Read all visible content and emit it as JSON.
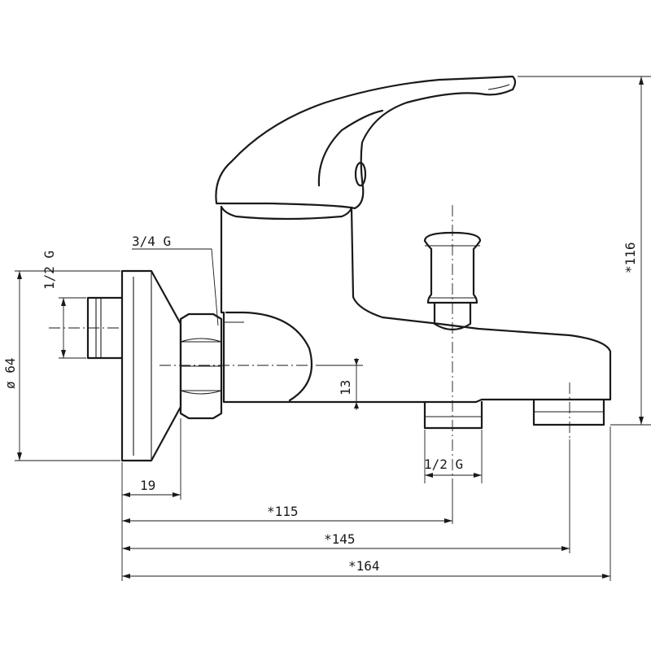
{
  "dimensions": {
    "inlet_thread": "1/2 G",
    "connector_thread": "3/4 G",
    "flange_diameter": "ø 64",
    "height": "*116",
    "axis_offset": "13",
    "flange_depth": "19",
    "length_to_outlet": "*115",
    "length_to_spout": "*145",
    "overall_length": "*164",
    "outlet_thread": "1/2 G"
  },
  "colors": {
    "line": "#1a1a1a",
    "background": "#ffffff"
  }
}
